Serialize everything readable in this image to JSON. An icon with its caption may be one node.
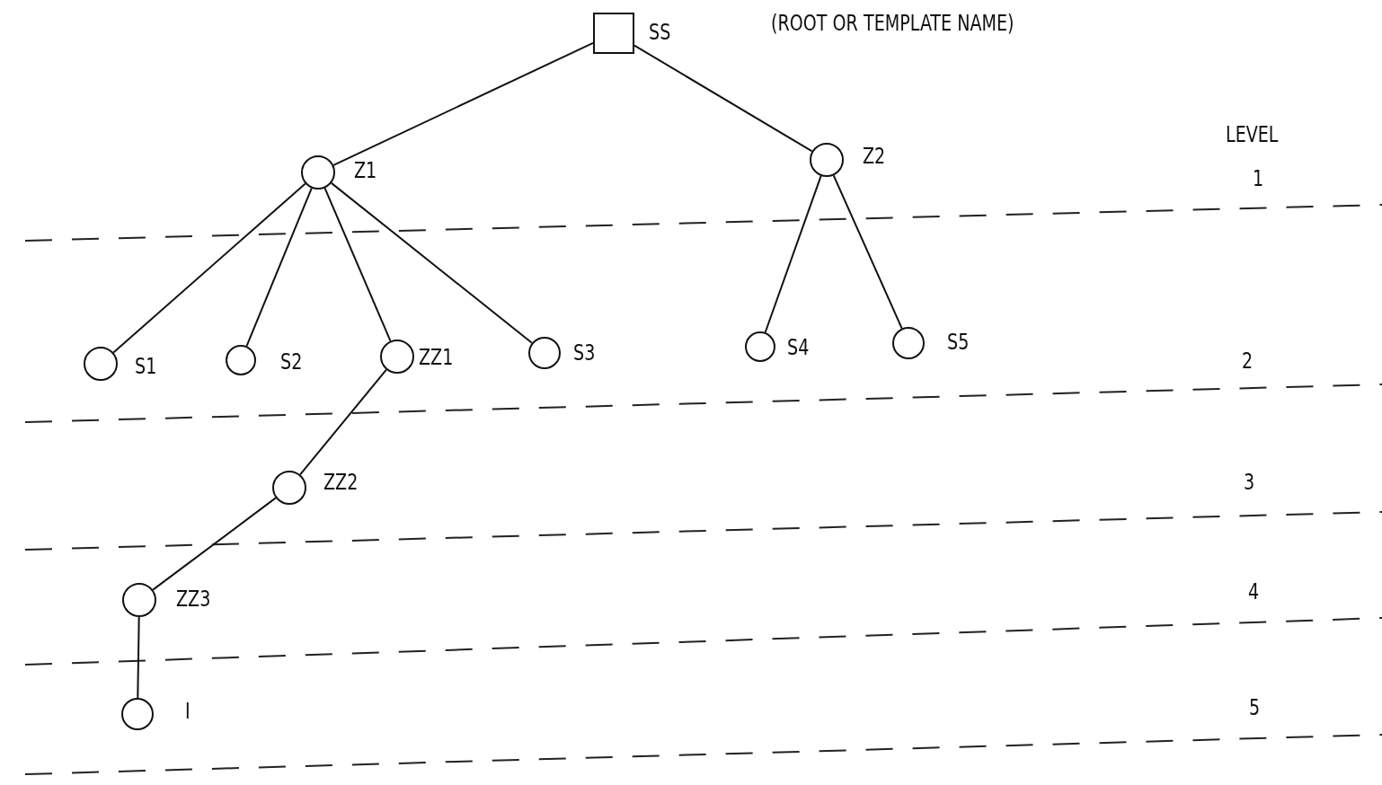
{
  "diagram": {
    "nodes": [
      {
        "text": [],
        "shape": "box",
        "beside": [
          "SS"
        ]
      },
      {
        "text": [],
        "shape": "circle",
        "beside": [
          "Z1"
        ]
      },
      {
        "text": [],
        "shape": "circle",
        "beside": [
          "Z2"
        ]
      },
      {
        "text": [],
        "shape": "circle",
        "beside": [
          "S1"
        ]
      },
      {
        "text": [],
        "shape": "circle",
        "beside": [
          "S2"
        ]
      },
      {
        "text": [],
        "shape": "circle",
        "beside": [
          "ZZ1"
        ]
      },
      {
        "text": [],
        "shape": "circle",
        "beside": [
          "S3"
        ]
      },
      {
        "text": [],
        "shape": "circle",
        "beside": [
          "S4"
        ]
      },
      {
        "text": [],
        "shape": "circle",
        "beside": [
          "S5"
        ]
      },
      {
        "text": [],
        "shape": "circle",
        "beside": [
          "ZZ2"
        ]
      },
      {
        "text": [],
        "shape": "circle",
        "beside": [
          "ZZ3"
        ]
      },
      {
        "text": [],
        "shape": "circle",
        "beside": [
          "I"
        ]
      }
    ],
    "edges": [
      {
        "from": 0,
        "to": 1,
        "arrow": "none"
      },
      {
        "from": 0,
        "to": 2,
        "arrow": "none"
      },
      {
        "from": 1,
        "to": 3,
        "arrow": "none"
      },
      {
        "from": 1,
        "to": 4,
        "arrow": "none"
      },
      {
        "from": 1,
        "to": 5,
        "arrow": "none"
      },
      {
        "from": 1,
        "to": 6,
        "arrow": "none"
      },
      {
        "from": 2,
        "to": 7,
        "arrow": "none"
      },
      {
        "from": 2,
        "to": 8,
        "arrow": "none"
      },
      {
        "from": 5,
        "to": 9,
        "arrow": "none"
      },
      {
        "from": 9,
        "to": 10,
        "arrow": "none"
      },
      {
        "from": 10,
        "to": 11,
        "arrow": "none"
      }
    ],
    "labels": [
      "(ROOT OR TEMPLATE NAME)",
      "LEVEL",
      "1",
      "2",
      "3",
      "4",
      "5"
    ]
  }
}
